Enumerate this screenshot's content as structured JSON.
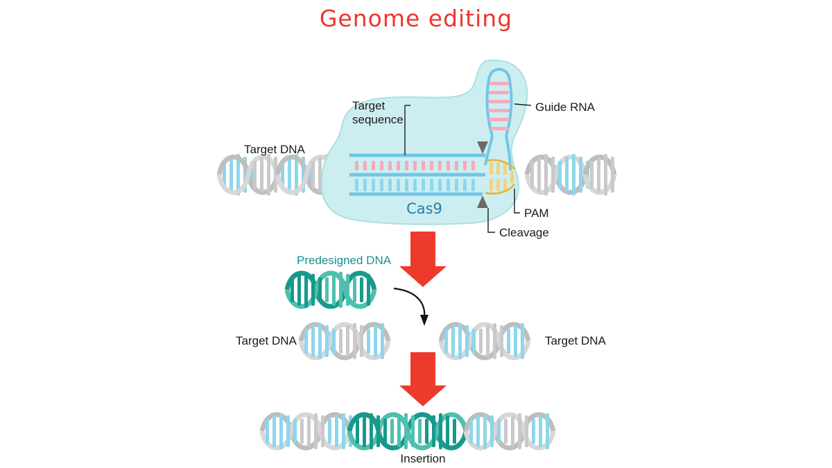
{
  "title": "Genome editing",
  "labels": {
    "target_sequence_line1": "Target",
    "target_sequence_line2": "sequence",
    "guide_rna": "Guide RNA",
    "target_dna_top": "Target DNA",
    "cas9": "Cas9",
    "pam": "PAM",
    "cleavage": "Cleavage",
    "predesigned_dna": "Predesigned DNA",
    "target_dna_left": "Target DNA",
    "target_dna_right": "Target DNA",
    "insertion": "Insertion"
  },
  "colors": {
    "title_red": "#f0332e",
    "arrow_red": "#ee3a2d",
    "cas9_protein_fill": "#cdeef0",
    "cas9_text": "#1f7fa8",
    "dna_blue": "#7fd3ea",
    "dna_grey": "#c8c8c8",
    "dna_teal": "#17998c",
    "rna_pink": "#f7a8bd",
    "pam_yellow": "#f2d37a",
    "label_black": "#1a1a1a",
    "label_teal": "#1a8f8f",
    "background": "#ffffff"
  },
  "diagram": {
    "type": "crispr-cas9-genome-editing",
    "steps": [
      "Cas9 with guide RNA binds target DNA at target sequence adjacent to PAM",
      "Cleavage of target DNA produces two fragments; predesigned DNA is supplied",
      "Insertion of predesigned DNA into the target DNA"
    ]
  }
}
